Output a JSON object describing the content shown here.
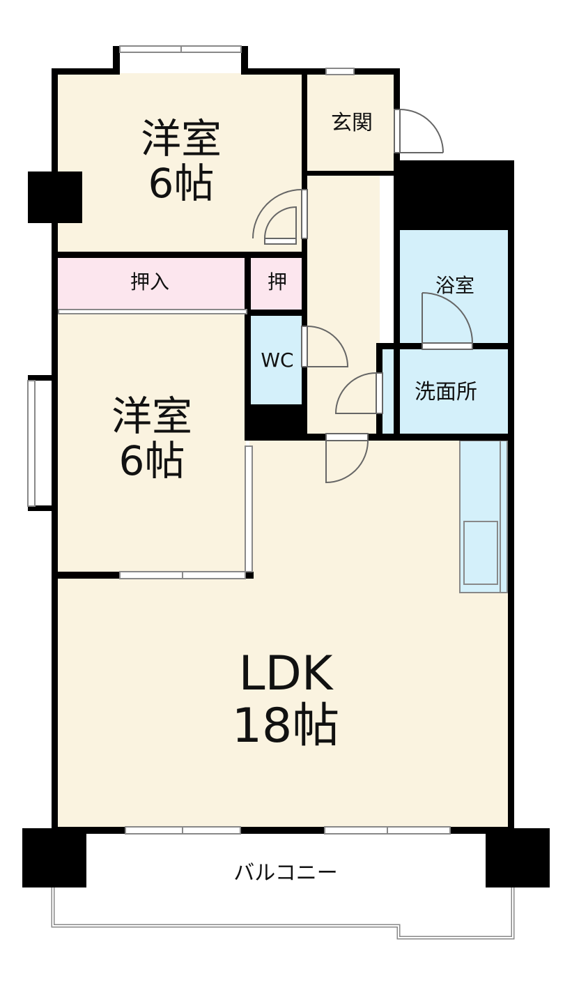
{
  "colors": {
    "room_fill": "#faf3e0",
    "closet_fill": "#fce6ee",
    "wet_fill": "#d4f0fa",
    "wall": "#000000",
    "balcony_fill": "#ffffff"
  },
  "rooms": {
    "bedroom_north": {
      "name": "洋室",
      "size": "6帖"
    },
    "bedroom_middle": {
      "name": "洋室",
      "size": "6帖"
    },
    "ldk": {
      "name": "LDK",
      "size": "18帖"
    },
    "entrance": {
      "name": "玄関"
    },
    "closet_large": {
      "name": "押入"
    },
    "closet_small": {
      "name": "押"
    },
    "toilet": {
      "name": "WC"
    },
    "bathroom": {
      "name": "浴室"
    },
    "washroom": {
      "name": "洗面所"
    },
    "balcony": {
      "name": "バルコニー"
    }
  }
}
